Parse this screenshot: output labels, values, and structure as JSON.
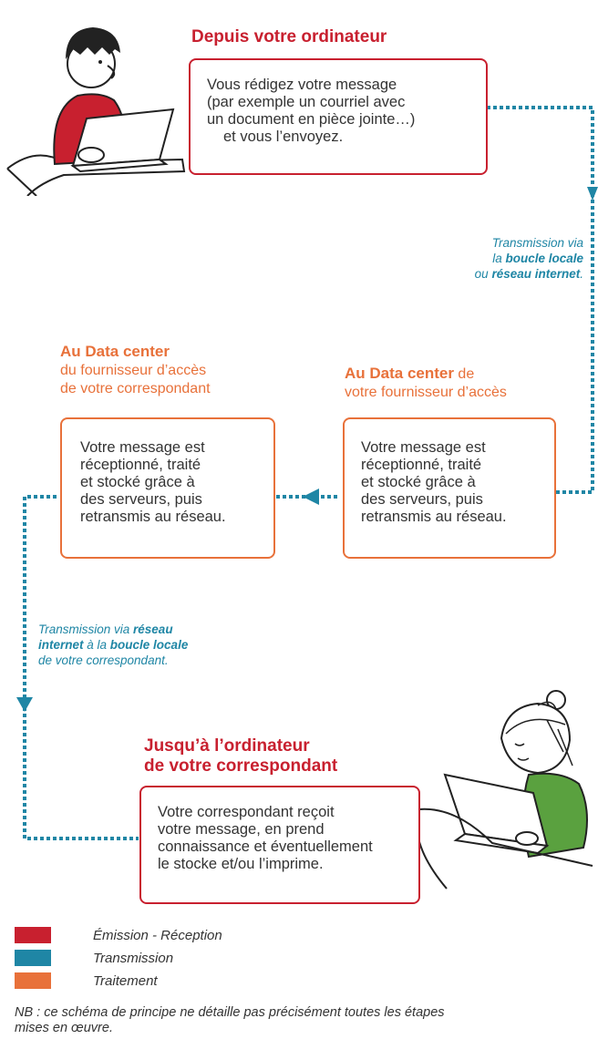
{
  "step1": {
    "title": "Depuis votre ordinateur",
    "lines": [
      "Vous rédigez votre message",
      "(par exemple un courriel avec",
      "un document en pièce jointe…)",
      "et vous l’envoyez."
    ]
  },
  "transmission1": {
    "line1": "Transmission via",
    "line2_prefix": "la ",
    "line2_bold": "boucle locale",
    "line3_prefix": "ou ",
    "line3_bold": "réseau internet",
    "line3_suffix": "."
  },
  "step2": {
    "title_bold": "Au Data center",
    "title_rest": " de",
    "title_line2": "votre fournisseur d’accès",
    "lines": [
      "Votre message est",
      "réceptionné, traité",
      "et stocké grâce à",
      "des serveurs, puis",
      "retransmis au réseau."
    ]
  },
  "step3": {
    "title_bold": "Au Data center",
    "title_line2": "du fournisseur d’accès",
    "title_line3": "de votre correspondant",
    "lines": [
      "Votre message est",
      "réceptionné, traité",
      "et stocké grâce à",
      "des serveurs, puis",
      "retransmis au réseau."
    ]
  },
  "transmission2": {
    "line1_prefix": "Transmission via ",
    "line1_bold": "réseau",
    "line2_bold": "internet",
    "line2_mid": " à la ",
    "line2_bold2": "boucle locale",
    "line3": "de votre correspondant."
  },
  "step4": {
    "title_line1": "Jusqu’à l’ordinateur",
    "title_line2": "de votre correspondant",
    "lines": [
      "Votre correspondant reçoit",
      "votre message, en prend",
      "connaissance et éventuellement",
      "le stocke et/ou l’imprime."
    ]
  },
  "legend": [
    {
      "label": "Émission - Réception",
      "color": "#c8202f"
    },
    {
      "label": "Transmission",
      "color": "#1f86a5"
    },
    {
      "label": "Traitement",
      "color": "#e8713a"
    }
  ],
  "footnote": {
    "line1": "NB : ce schéma de principe ne détaille pas précisément toutes les étapes",
    "line2": "mises en œuvre."
  },
  "colors": {
    "emission": "#c8202f",
    "transmission": "#1f86a5",
    "traitement": "#e8713a"
  }
}
